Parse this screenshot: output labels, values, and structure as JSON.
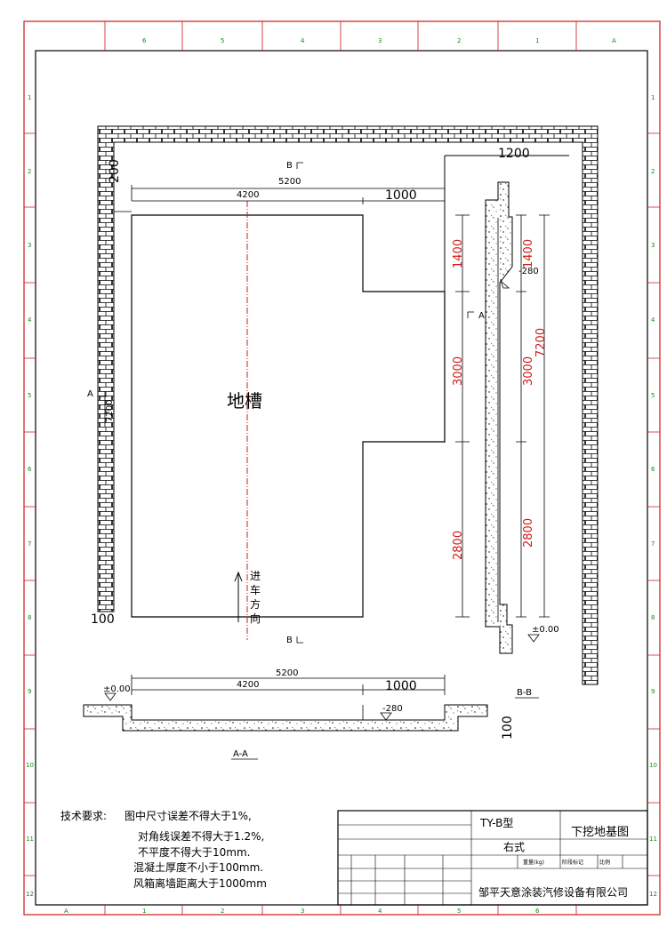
{
  "colors": {
    "frame": "#d01818",
    "line": "#000000",
    "dimension_red": "#d01818",
    "centerline": "#d01818",
    "zone": "#1a8a1a"
  },
  "plan": {
    "title": "地槽",
    "direction_text": "进车方向",
    "direction_chars": [
      "进",
      "车",
      "方",
      "向"
    ],
    "dims": {
      "w5200": "5200",
      "w4200": "4200",
      "w1000": "1000",
      "top1200": "1200",
      "left200": "200",
      "bot100": "100",
      "side7200": "7200",
      "h1400": "1400",
      "h3000": "3000",
      "h2800": "2800",
      "depth280": "280"
    },
    "markers": {
      "B": "B",
      "A": "A"
    }
  },
  "section_bb": {
    "title": "B-B",
    "dims": {
      "h1400": "1400",
      "h3000": "3000",
      "h2800": "2800",
      "total7200": "7200",
      "depth280": "-280",
      "level": "±0.00"
    }
  },
  "section_aa": {
    "title": "A-A",
    "dims": {
      "w5200": "5200",
      "w4200": "4200",
      "w1000": "1000",
      "level": "±0.00",
      "depth280": "-280",
      "depth100": "100"
    }
  },
  "tech": {
    "heading": "技术要求:",
    "lines": [
      "图中尺寸误差不得大于1%,",
      "对角线误差不得大于1.2%,",
      "不平度不得大于10mm.",
      "混凝土厚度不小于100mm.",
      "风箱离墙距离大于1000mm"
    ]
  },
  "title_block": {
    "model": "TY-B型",
    "variant": "右式",
    "drawing_name": "下挖地基图",
    "company": "邹平天意涂装汽修设备有限公司",
    "weight_label": "重量(kg)",
    "stage_label": "阶段标记",
    "ratio_label": "比例"
  }
}
